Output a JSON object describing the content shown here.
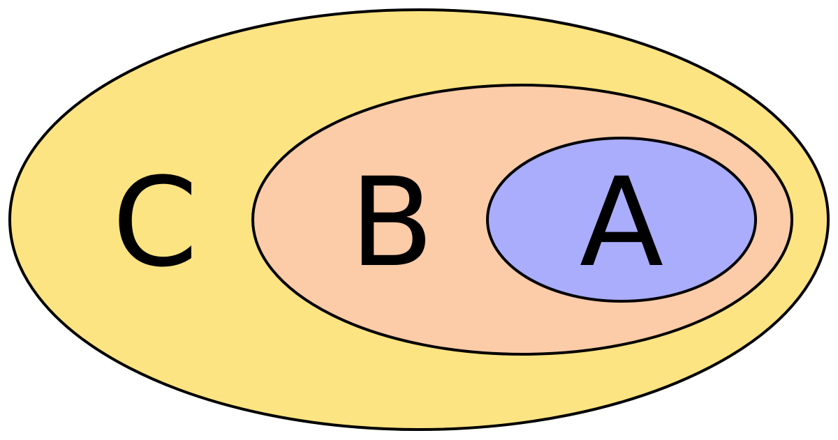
{
  "sets": {
    "c": {
      "label": "C",
      "fill": "#fde482"
    },
    "b": {
      "label": "B",
      "fill": "#fccba8"
    },
    "a": {
      "label": "A",
      "fill": "#aaacfc"
    }
  },
  "stroke_color": "#000000"
}
